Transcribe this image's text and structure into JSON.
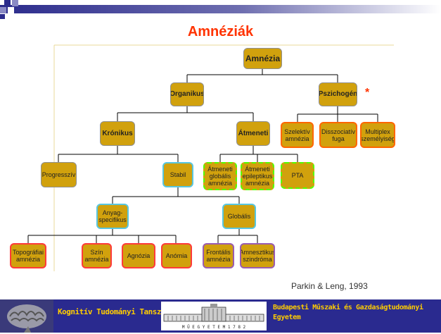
{
  "slide": {
    "title": "Amnéziák",
    "citation": "Parkin & Leng, 1993",
    "star": "*"
  },
  "nodes": {
    "amnezia": "Amnézia",
    "organikus": "Organikus",
    "pszichogen": "Pszichogén",
    "kronikus": "Krónikus",
    "atmeneti": "Átmeneti",
    "szelektiv": "Szelektív\namnézia",
    "disszociativ": "Disszociatív\nfuga",
    "multiplex": "Multiplex\nszemélyiség",
    "progressziv": "Progresszív",
    "stabil": "Stabil",
    "atmeneti_globalis": "Átmeneti\nglobális\namnézia",
    "atmeneti_epileptikus": "Átmeneti\nepileptikus\namnézia",
    "pta": "PTA",
    "anyagspecifikus": "Anyag-\nspecifikus",
    "globalis": "Globális",
    "topografiai": "Topográfiai\namnézia",
    "szin": "Szín\namnézia",
    "agnozia": "Agnózia",
    "anomia": "Anómia",
    "frontalis": "Frontális\namnézia",
    "amnesztikus": "Amnesztikus\nszindróma"
  },
  "footer": {
    "left_text": "Kognitív Tudományi Tanszék",
    "right_text": "Budapesti Műszaki és Gazdaságtudományi Egyetem",
    "logo_caption": "M Ű E G Y E T E M   1 7 8 2"
  },
  "colors": {
    "box_fill": "#d1a10d",
    "title": "#ff3300",
    "footer_bg": "#2a2a8f",
    "footer_text": "#ffcc00"
  }
}
